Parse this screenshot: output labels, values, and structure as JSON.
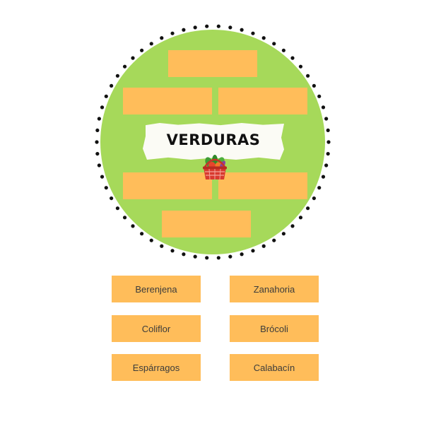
{
  "title": "VERDURAS",
  "icons": {
    "basket": "vegetable-basket-icon"
  },
  "colors": {
    "circle": "#a6d95a",
    "slot": "#ffbd5a",
    "card": "#ffbd5a",
    "dots": "#111111",
    "title_bg": "#fbfbf5"
  },
  "drop_slots": [
    {
      "value": ""
    },
    {
      "value": ""
    },
    {
      "value": ""
    },
    {
      "value": ""
    },
    {
      "value": ""
    },
    {
      "value": ""
    }
  ],
  "word_cards": [
    {
      "label": "Berenjena"
    },
    {
      "label": "Zanahoria"
    },
    {
      "label": "Coliflor"
    },
    {
      "label": "Brócoli"
    },
    {
      "label": "Espárragos"
    },
    {
      "label": "Calabacín"
    }
  ]
}
